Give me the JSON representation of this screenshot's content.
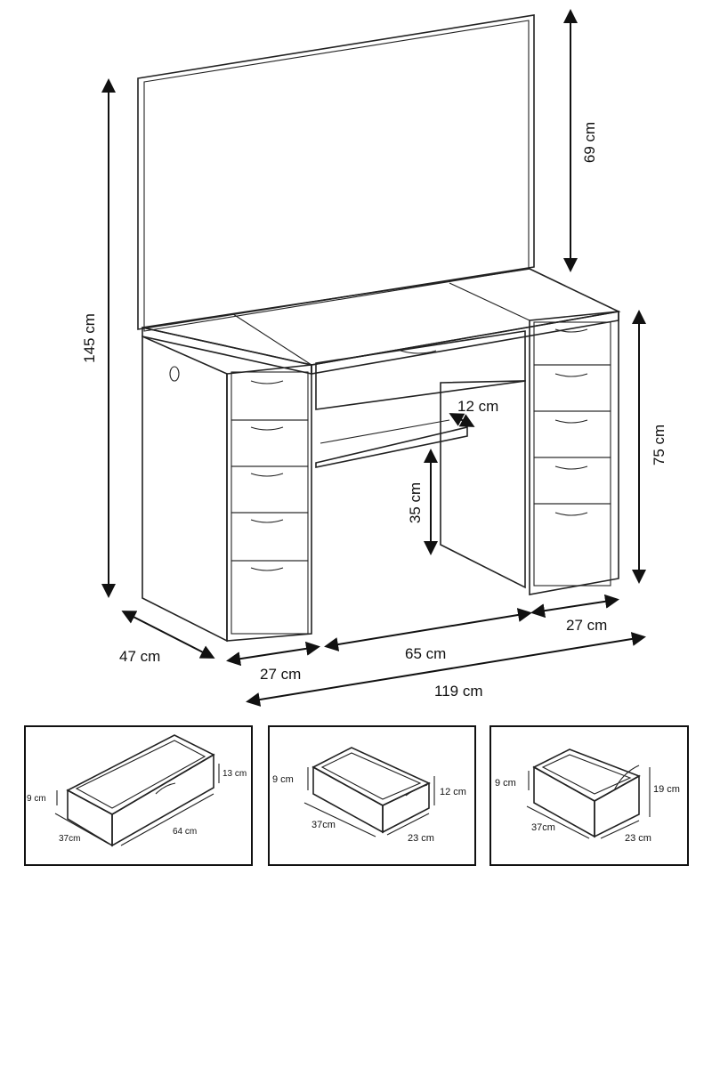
{
  "main_view": {
    "height_total": "145 cm",
    "mirror_height": "69 cm",
    "desk_height": "75 cm",
    "depth": "47 cm",
    "left_cabinet_width": "27 cm",
    "middle_width": "65 cm",
    "right_cabinet_width": "27 cm",
    "total_width": "119 cm",
    "shelf_depth": "12 cm",
    "knee_height": "35 cm"
  },
  "detail_panels": [
    {
      "depth": "37cm",
      "width": "64 cm",
      "front_height": "13 cm",
      "side_height": "9 cm"
    },
    {
      "depth": "37cm",
      "width": "23 cm",
      "front_height": "12 cm",
      "side_height": "9 cm"
    },
    {
      "depth": "37cm",
      "width": "23 cm",
      "front_height": "19 cm",
      "side_height": "9 cm"
    }
  ]
}
